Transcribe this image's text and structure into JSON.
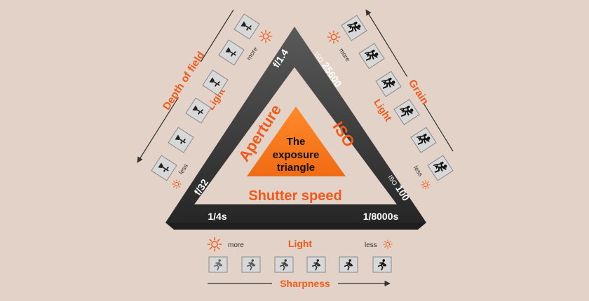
{
  "center": {
    "line1": "The",
    "line2": "exposure",
    "line3": "triangle"
  },
  "sides": {
    "aperture": "Aperture",
    "iso": "ISO",
    "shutter": "Shutter speed"
  },
  "corners": {
    "aperture_wide": "f/1.4",
    "aperture_narrow": "f/32",
    "iso_high_prefix": "ISO",
    "iso_high_value": "25600",
    "iso_low_prefix": "ISO",
    "iso_low_value": "100",
    "shutter_slow": "1/4s",
    "shutter_fast": "1/8000s"
  },
  "left_panel": {
    "axis_label": "Depth of field",
    "light_label": "Light",
    "more": "more",
    "less": "less"
  },
  "right_panel": {
    "axis_label": "Grain",
    "light_label": "Light",
    "more": "more",
    "less": "less"
  },
  "bottom_panel": {
    "light_label": "Light",
    "more": "more",
    "less": "less",
    "axis_label": "Sharpness"
  },
  "colors": {
    "accent": "#f05a1a",
    "band": "#3a3a3a",
    "background": "#e2d2c8"
  },
  "icons": {
    "left_thumbs": [
      "flower-icon",
      "flower-icon",
      "flower-icon",
      "flower-icon",
      "flower-icon",
      "flower-icon"
    ],
    "right_thumbs": [
      "dancer-icon",
      "dancer-icon",
      "dancer-icon",
      "dancer-icon",
      "dancer-icon",
      "dancer-icon"
    ],
    "bottom_thumbs": [
      "runner-icon",
      "runner-icon",
      "runner-icon",
      "runner-icon",
      "runner-icon",
      "runner-icon"
    ]
  }
}
